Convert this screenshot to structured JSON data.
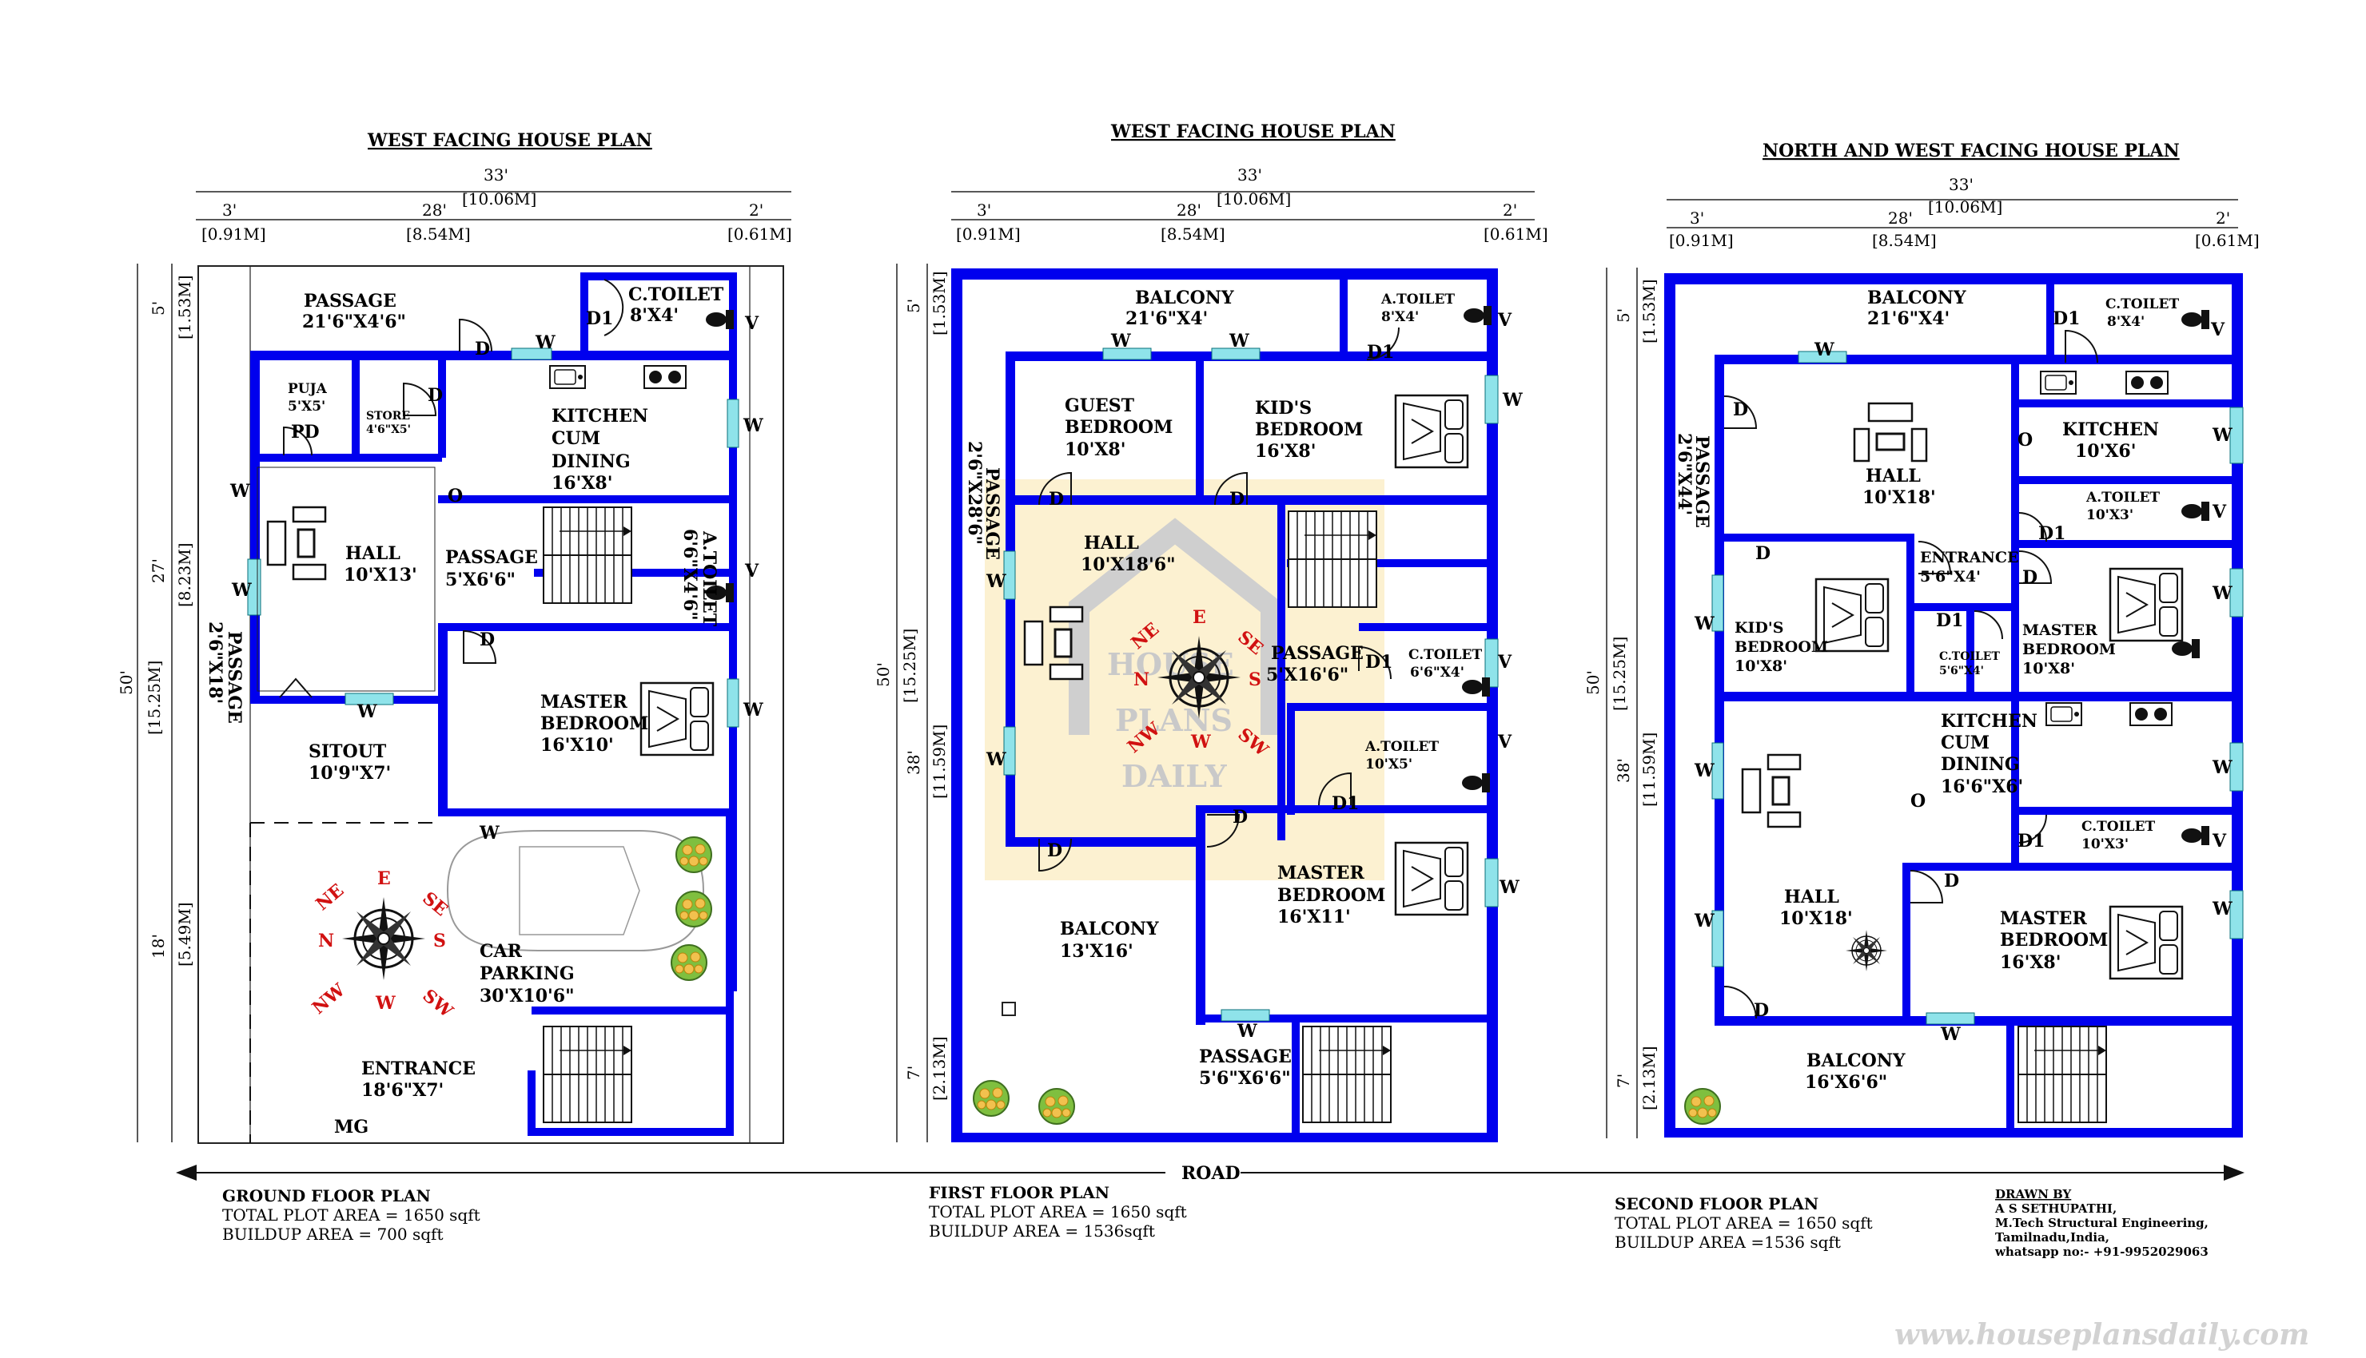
{
  "titles": {
    "ground": "WEST FACING HOUSE PLAN",
    "first": "WEST FACING HOUSE PLAN",
    "second": "NORTH AND WEST FACING HOUSE PLAN"
  },
  "dims": {
    "width_total": "33'",
    "width_total_m": "[10.06M]",
    "w1": "3'",
    "w1m": "[0.91M]",
    "w2": "28'",
    "w2m": "[8.54M]",
    "w3": "2'",
    "w3m": "[0.61M]",
    "h_total": "50'",
    "h_total_m": "[15.25M]",
    "h5": "5'",
    "h5m": "[1.53M]",
    "h27": "27'",
    "h27m": "[8.23M]",
    "h18": "18'",
    "h18m": "[5.49M]",
    "h38": "38'",
    "h38m": "[11.59M]",
    "h7": "7'",
    "h7m": "[2.13M]"
  },
  "ground": {
    "passage_top": "PASSAGE",
    "passage_top_dim": "21'6\"X4'6\"",
    "ctoilet": "C.TOILET",
    "ctoilet_dim": "8'X4'",
    "puja": "PUJA",
    "puja_dim": "5'X5'",
    "pd": "PD",
    "store": "STORE",
    "store_dim": "4'6\"X5'",
    "kitchen": "KITCHEN",
    "kitchen2": "CUM",
    "kitchen3": "DINING",
    "kitchen_dim": "16'X8'",
    "hall": "HALL",
    "hall_dim": "10'X13'",
    "passage_mid": "PASSAGE",
    "passage_mid_dim": "5'X6'6\"",
    "atoilet": "A.TOILET",
    "atoilet_dim": "6'6\"X4'6\"",
    "passage_side": "PASSAGE",
    "passage_side_dim": "2'6\"X18'",
    "master": "MASTER",
    "master2": "BEDROOM",
    "master_dim": "16'X10'",
    "sitout": "SITOUT",
    "sitout_dim": "10'9\"X7'",
    "car": "CAR",
    "car2": "PARKING",
    "car_dim": "30'X10'6\"",
    "entrance": "ENTRANCE",
    "entrance_dim": "18'6\"X7'",
    "mg": "MG"
  },
  "first": {
    "balcony_top": "BALCONY",
    "balcony_top_dim": "21'6\"X4'",
    "atoilet": "A.TOILET",
    "atoilet_dim": "8'X4'",
    "guest": "GUEST",
    "guest2": "BEDROOM",
    "guest_dim": "10'X8'",
    "kids": "KID'S",
    "kids2": "BEDROOM",
    "kids_dim": "16'X8'",
    "passage_side": "PASSAGE",
    "passage_side_dim": "2'6\"X28'6\"",
    "hall": "HALL",
    "hall_dim": "10'X18'6\"",
    "passage": "PASSAGE",
    "passage_dim": "5'X16'6\"",
    "ctoilet": "C.TOILET",
    "ctoilet_dim": "6'6\"X4'",
    "atoilet2": "A.TOILET",
    "atoilet2_dim": "10'X5'",
    "master": "MASTER",
    "master2": "BEDROOM",
    "master_dim": "16'X11'",
    "balcony": "BALCONY",
    "balcony_dim": "13'X16'",
    "passage_bot": "PASSAGE",
    "passage_bot_dim": "5'6\"X6'6\""
  },
  "second": {
    "balcony_top": "BALCONY",
    "balcony_top_dim": "21'6\"X4'",
    "ctoilet": "C.TOILET",
    "ctoilet_dim": "8'X4'",
    "passage_side": "PASSAGE",
    "passage_side_dim": "2'6\"X44'",
    "hall_top": "HALL",
    "hall_top_dim": "10'X18'",
    "kitchen": "KITCHEN",
    "kitchen_dim": "10'X6'",
    "atoilet": "A.TOILET",
    "atoilet_dim": "10'X3'",
    "entrance": "ENTRANCE",
    "entrance_dim": "5'6\"X4'",
    "kids": "KID'S",
    "kids2": "BEDROOM",
    "kids_dim": "10'X8'",
    "ctoilet2": "C.TOILET",
    "ctoilet2_dim": "5'6\"X4'",
    "master_top": "MASTER",
    "master_top2": "BEDROOM",
    "master_top_dim": "10'X8'",
    "kitchen2": "KITCHEN",
    "kitchen2b": "CUM",
    "kitchen2c": "DINING",
    "kitchen2_dim": "16'6\"X6'",
    "ctoilet3": "C.TOILET",
    "ctoilet3_dim": "10'X3'",
    "hall_bot": "HALL",
    "hall_bot_dim": "10'X18'",
    "master": "MASTER",
    "master2": "BEDROOM",
    "master_dim": "16'X8'",
    "balcony": "BALCONY",
    "balcony_dim": "16'X6'6\""
  },
  "compass": {
    "n": "N",
    "ne": "NE",
    "e": "E",
    "se": "SE",
    "s": "S",
    "sw": "SW",
    "w": "W",
    "nw": "NW"
  },
  "labels": {
    "door": "D",
    "door1": "D1",
    "window": "W",
    "ventilator": "V",
    "opening": "O"
  },
  "road": "ROAD",
  "footer": {
    "ground_title": "GROUND FLOOR PLAN",
    "ground_area": "TOTAL PLOT AREA = 1650 sqft",
    "ground_build": "BUILDUP AREA = 700 sqft",
    "first_title": "FIRST FLOOR PLAN",
    "first_area": "TOTAL PLOT AREA = 1650 sqft",
    "first_build": "BUILDUP AREA = 1536sqft",
    "second_title": "SECOND FLOOR PLAN",
    "second_area": "TOTAL PLOT AREA = 1650 sqft",
    "second_build": "BUILDUP AREA =1536 sqft"
  },
  "credits": {
    "drawn_by": "DRAWN BY",
    "name": "A S SETHUPATHI,",
    "degree": "M.Tech Structural Engineering,",
    "place": "Tamilnadu,India,",
    "contact": "whatsapp no:- +91-9952029063"
  },
  "watermark": {
    "line1": "HOUSE",
    "line2": "PLANS",
    "line3": "DAILY"
  },
  "url": "www.houseplansdaily.com",
  "colors": {
    "wall": "#0000ee",
    "compass": "#d11111",
    "window": "#8fe3ea",
    "watermark_bg": "#fbeec9"
  }
}
